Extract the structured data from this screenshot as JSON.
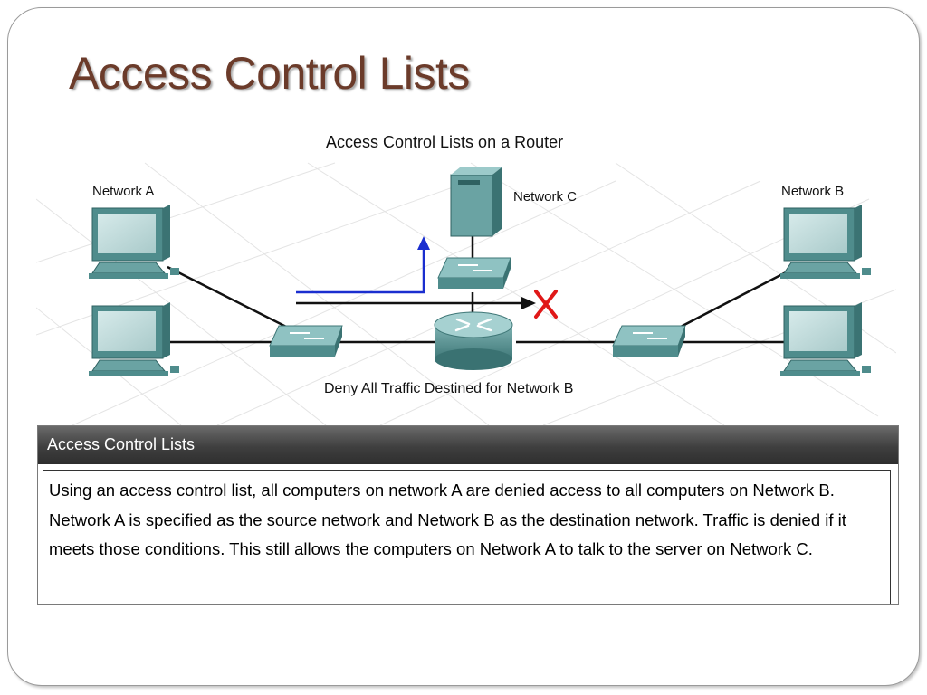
{
  "slide": {
    "title": "Access Control Lists"
  },
  "diagram": {
    "title": "Access Control Lists on a Router",
    "labels": {
      "network_a": "Network A",
      "network_b": "Network B",
      "network_c": "Network C",
      "caption": "Deny All Traffic Destined for Network B"
    },
    "colors": {
      "device": "#5e9a9a",
      "allowed_path": "#1a2ecf",
      "denied_mark": "#e01818"
    },
    "icons": [
      "computer-icon",
      "switch-icon",
      "router-icon",
      "server-icon",
      "deny-x-icon"
    ]
  },
  "panel": {
    "title": "Access Control Lists",
    "body": "Using an access control list, all computers on network A are denied access to all computers on Network B. Network A is specified as the source network and Network B as the destination network. Traffic is denied if it meets those conditions. This still allows the computers on Network A to talk to the server on Network C."
  }
}
